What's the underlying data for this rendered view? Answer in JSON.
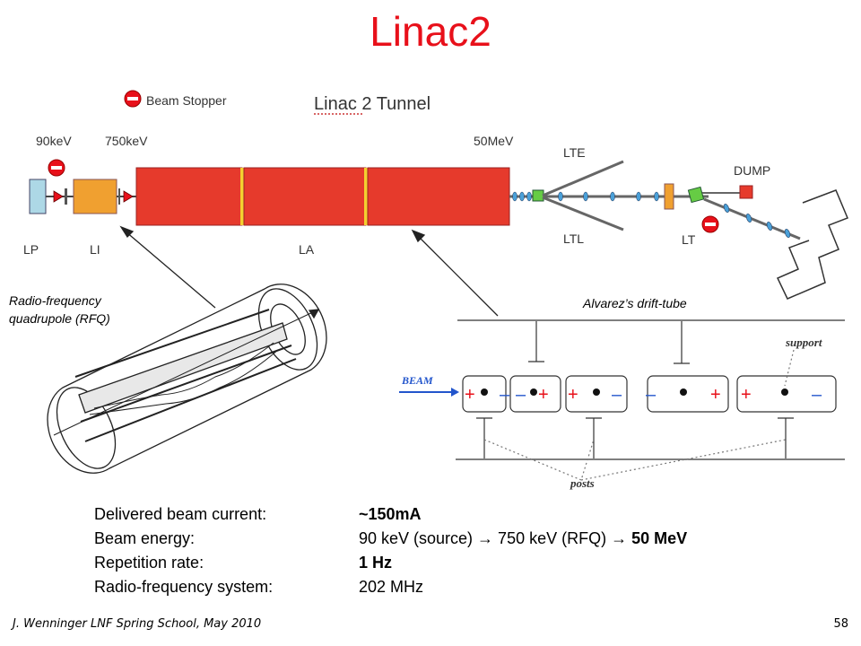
{
  "slide": {
    "title": "Linac2",
    "page_number": "58",
    "footer": "J. Wenninger LNF Spring School, May 2010"
  },
  "tunnel": {
    "title": "Linac 2 Tunnel",
    "beam_stopper_label": "Beam Stopper",
    "energy_labels": [
      "90keV",
      "750keV",
      "50MeV"
    ],
    "section_labels": [
      "LP",
      "LI",
      "LA",
      "LTE",
      "LTL",
      "LT",
      "DUMP"
    ]
  },
  "rfq": {
    "caption_line1": "Radio-frequency",
    "caption_line2": "quadrupole (RFQ)"
  },
  "drift_tube": {
    "caption": "Alvarez’s drift-tube",
    "beam_label": "BEAM",
    "support_label": "support",
    "posts_label": "posts"
  },
  "specs": [
    {
      "label": "Delivered beam current:",
      "value": "~150mA",
      "bold": true
    },
    {
      "label": "Beam energy:",
      "value": "90 keV (source) → 750 keV (RFQ) → ",
      "value_bold": "50 MeV"
    },
    {
      "label": "Repetition rate:",
      "value": "1 Hz",
      "bold": true
    },
    {
      "label": "Radio-frequency system:",
      "value": "202 MHz"
    }
  ],
  "colors": {
    "title": "#e8101a",
    "linac_tank": "#e63a2c",
    "ion_source": "#add8e6",
    "rfq": "#f0a030",
    "green_element": "#66cc44",
    "beam": "#2255cc"
  }
}
